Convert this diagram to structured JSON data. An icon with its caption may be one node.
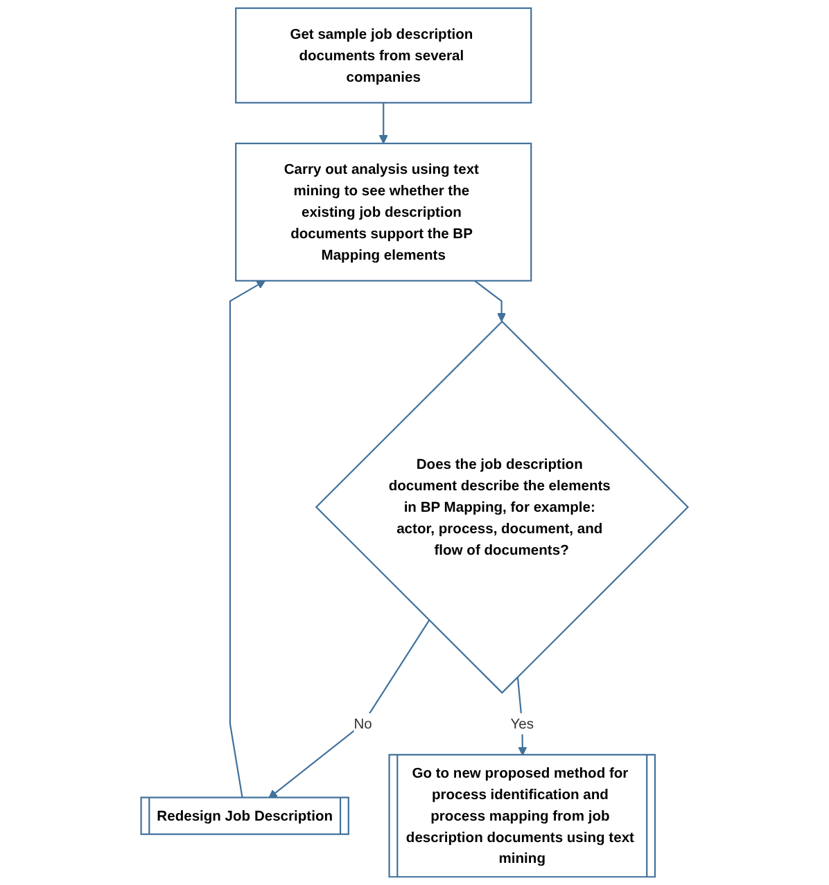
{
  "diagram": {
    "nodes": [
      {
        "text": [
          "Get sample job description documents from several companies"
        ]
      },
      {
        "text": [
          "Carry out analysis using text mining to see whether the existing job description documents support the BP Mapping elements"
        ]
      },
      {
        "text": [
          "Does the job description document describe the elements in BP Mapping, for example: actor, process, document, and flow of documents?"
        ]
      },
      {
        "text": [
          "Redesign Job Description"
        ]
      },
      {
        "text": [
          "Go to new proposed method for process identification and process mapping from job description documents using text mining"
        ]
      }
    ],
    "edges": [
      {
        "from": 0,
        "to": 1,
        "arrow": "to"
      },
      {
        "from": 1,
        "to": 2,
        "arrow": "to"
      },
      {
        "from": 2,
        "to": 3,
        "arrow": "to",
        "label": "No"
      },
      {
        "from": 3,
        "to": 1,
        "arrow": "to"
      },
      {
        "from": 2,
        "to": 4,
        "arrow": "to",
        "label": "Yes"
      }
    ]
  }
}
